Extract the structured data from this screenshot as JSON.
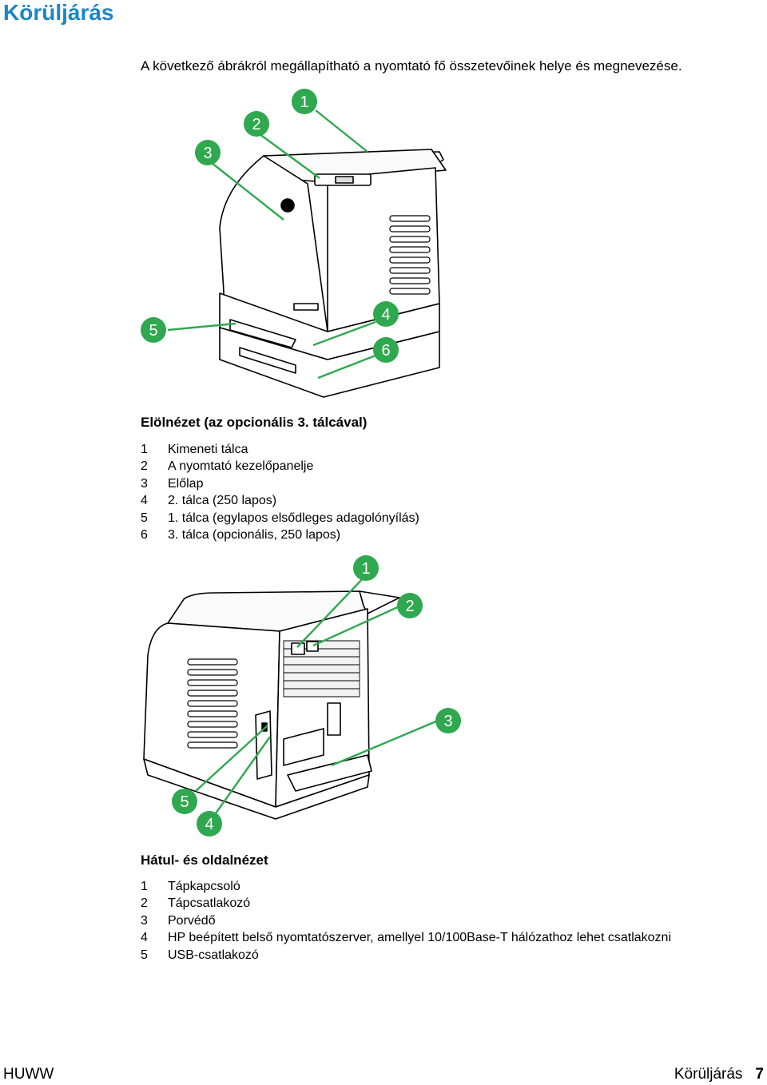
{
  "page_title": "Körüljárás",
  "intro_text": "A következő ábrákról megállapítható a nyomtató fő összetevőinek helye és megnevezése.",
  "front_view": {
    "caption": "Elölnézet (az opcionális 3. tálcával)",
    "callouts": [
      "3",
      "2",
      "1",
      "5",
      "4",
      "6"
    ],
    "items": [
      {
        "num": "1",
        "label": "Kimeneti tálca"
      },
      {
        "num": "2",
        "label": "A nyomtató kezelőpanelje"
      },
      {
        "num": "3",
        "label": "Előlap"
      },
      {
        "num": "4",
        "label": "2. tálca (250 lapos)"
      },
      {
        "num": "5",
        "label": "1. tálca (egylapos elsődleges adagolónyílás)"
      },
      {
        "num": "6",
        "label": "3. tálca (opcionális, 250 lapos)"
      }
    ]
  },
  "rear_view": {
    "caption": "Hátul- és oldalnézet",
    "callouts": [
      "1",
      "2",
      "3",
      "5",
      "4"
    ],
    "items": [
      {
        "num": "1",
        "label": "Tápkapcsoló"
      },
      {
        "num": "2",
        "label": "Tápcsatlakozó"
      },
      {
        "num": "3",
        "label": "Porvédő"
      },
      {
        "num": "4",
        "label": "HP beépített belső nyomtatószerver, amellyel 10/100Base-T hálózathoz lehet csatlakozni"
      },
      {
        "num": "5",
        "label": "USB-csatlakozó"
      }
    ]
  },
  "footer": {
    "left": "HUWW",
    "section": "Körüljárás",
    "page": "7"
  },
  "colors": {
    "title": "#1a86c8",
    "callout_line": "#2fa84f"
  }
}
